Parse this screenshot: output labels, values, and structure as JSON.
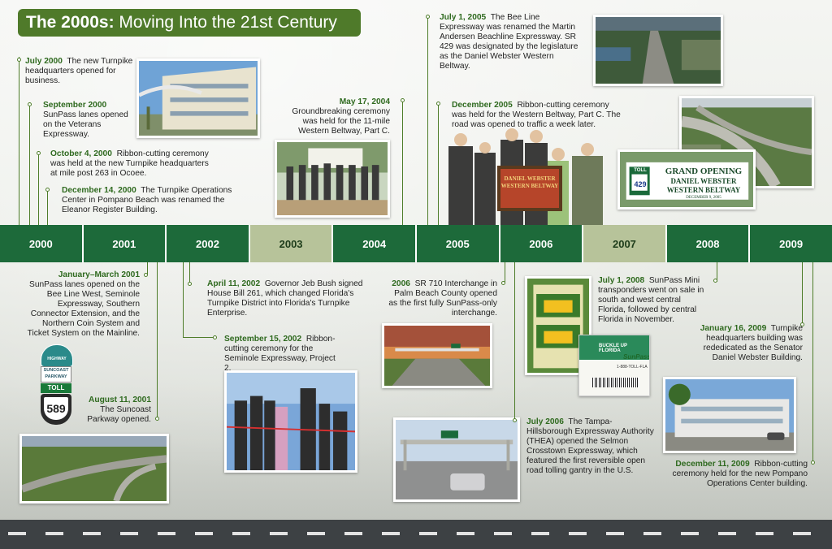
{
  "title": {
    "bold": "The 2000s:",
    "rest": "Moving Into the 21st Century"
  },
  "years": [
    "2000",
    "2001",
    "2002",
    "2003",
    "2004",
    "2005",
    "2006",
    "2007",
    "2008",
    "2009"
  ],
  "events": [
    {
      "date": "July 2000",
      "text": "The new Turnpike headquarters opened for business."
    },
    {
      "date": "September 2000",
      "text": "SunPass lanes opened on the Veterans Expressway."
    },
    {
      "date": "October 4, 2000",
      "text": "Ribbon-cutting ceremony was held at the new Turnpike headquarters at mile post 263 in Ocoee."
    },
    {
      "date": "December 14, 2000",
      "text": "The Turnpike Operations Center in Pompano Beach was renamed the Eleanor Register Building."
    },
    {
      "date": "January–March 2001",
      "text": "SunPass lanes opened on the Bee Line West, Seminole Expressway, Southern Connector Extension, and the Northern Coin System and Ticket System on the Mainline."
    },
    {
      "date": "August 11, 2001",
      "text": "The Suncoast Parkway opened."
    },
    {
      "date": "April 11, 2002",
      "text": "Governor Jeb Bush signed House Bill 261, which changed Florida's Turnpike District into Florida's Turnpike Enterprise."
    },
    {
      "date": "September 15, 2002",
      "text": "Ribbon-cutting ceremony for the Seminole Expressway, Project 2."
    },
    {
      "date": "May 17, 2004",
      "text": "Groundbreaking ceremony was held for the 11-mile Western Beltway, Part C."
    },
    {
      "date": "July 1, 2005",
      "text": "The Bee Line Expressway was renamed the Martin Andersen Beachline Expressway. SR 429 was designated by the legislature as the Daniel Webster Western Beltway."
    },
    {
      "date": "December 2005",
      "text": "Ribbon-cutting ceremony was held for the Western Beltway, Part C. The road was opened to traffic a week later."
    },
    {
      "date": "2006",
      "text": "SR 710 Interchange in Palm Beach County opened as the first fully SunPass-only interchange."
    },
    {
      "date": "July 2006",
      "text": "The Tampa-Hillsborough Expressway Authority (THEA) opened the Selmon Crosstown Expressway, which featured the first reversible open road tolling gantry in the U.S."
    },
    {
      "date": "July 1, 2008",
      "text": "SunPass Mini transponders went on sale in south and west central Florida, followed by central Florida in November."
    },
    {
      "date": "January 16, 2009",
      "text": "Turnpike headquarters building was rededicated as the Senator Daniel Webster Building."
    },
    {
      "date": "December 11, 2009",
      "text": "Ribbon-cutting ceremony held for the new Pompano Operations Center building."
    }
  ],
  "signs": {
    "suncoast": {
      "line1": "HIGHWAY",
      "line2": "SUNCOAST",
      "line3": "PARKWAY",
      "toll": "TOLL",
      "number": "589"
    },
    "grand_opening": {
      "toll": "TOLL",
      "number": "429",
      "line1": "GRAND OPENING",
      "line2": "DANIEL WEBSTER",
      "line3": "WESTERN BELTWAY",
      "line4": "DECEMBER 9, 2005"
    },
    "plaque": {
      "line1": "DANIEL WEBSTER",
      "line2": "WESTERN BELTWAY"
    },
    "sunpass_card": {
      "title": "BUCKLE UP FLORIDA",
      "brand": "SunPass",
      "number": "1-888-TOLL-FLA"
    }
  },
  "colors": {
    "green_dark": "#1d6a3a",
    "green_light": "#b7c39a",
    "title_green": "#4f7a2a",
    "date_green": "#2f6a1f"
  }
}
